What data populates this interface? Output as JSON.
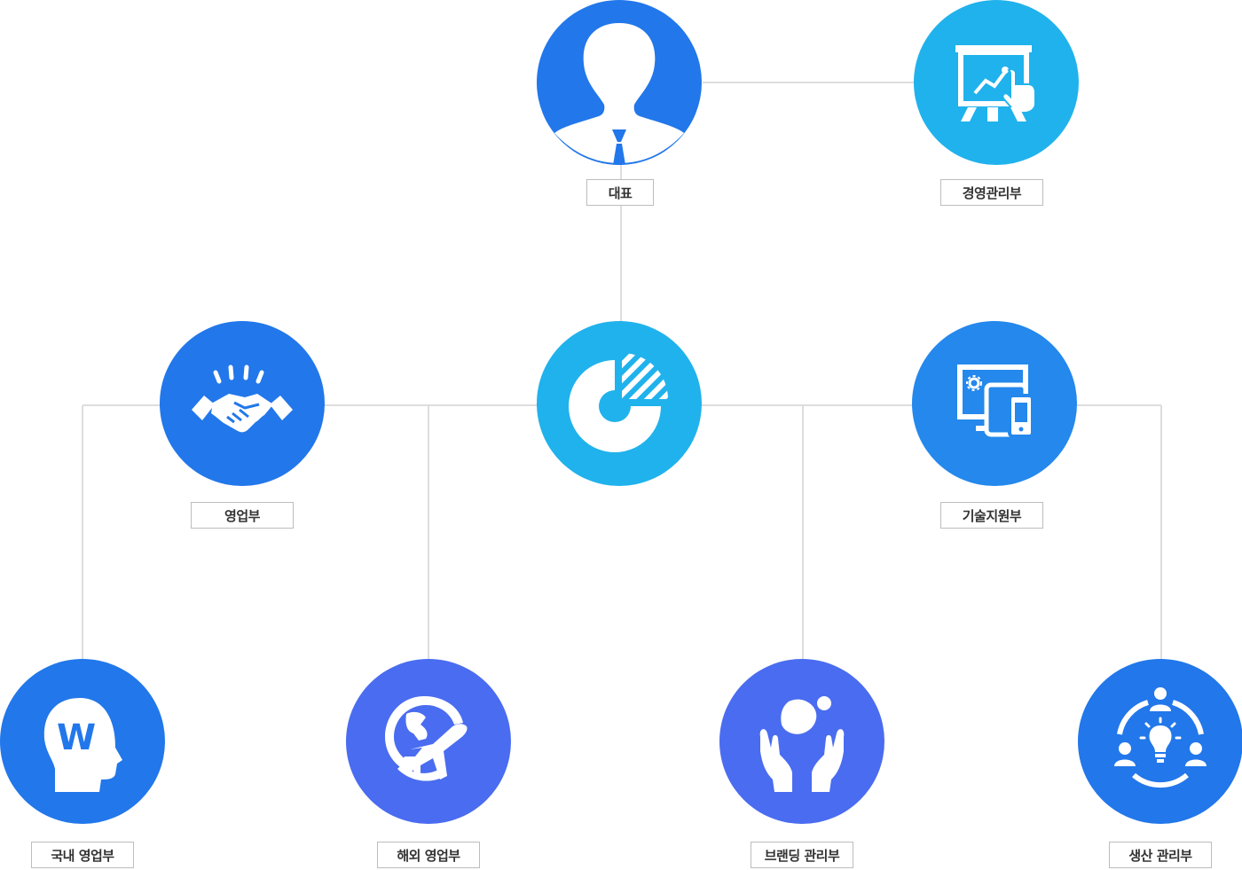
{
  "colors": {
    "blue": "#2277ea",
    "sky": "#20b2ec",
    "indigo": "#4a6cf0",
    "line": "#dddddd",
    "label_border": "#bdbdbd"
  },
  "nodes": {
    "ceo": {
      "label": "대표",
      "icon": "person-silhouette-icon"
    },
    "mgmt": {
      "label": "경영관리부",
      "icon": "presentation-board-icon"
    },
    "center": {
      "icon": "pie-chart-icon"
    },
    "sales": {
      "label": "영업부",
      "icon": "handshake-icon"
    },
    "tech": {
      "label": "기술지원부",
      "icon": "devices-icon"
    },
    "domestic": {
      "label": "국내 영업부",
      "icon": "head-w-icon"
    },
    "overseas": {
      "label": "해외 영업부",
      "icon": "globe-airplane-icon"
    },
    "branding": {
      "label": "브랜딩 관리부",
      "icon": "hands-drop-icon"
    },
    "production": {
      "label": "생산 관리부",
      "icon": "team-idea-icon"
    }
  }
}
